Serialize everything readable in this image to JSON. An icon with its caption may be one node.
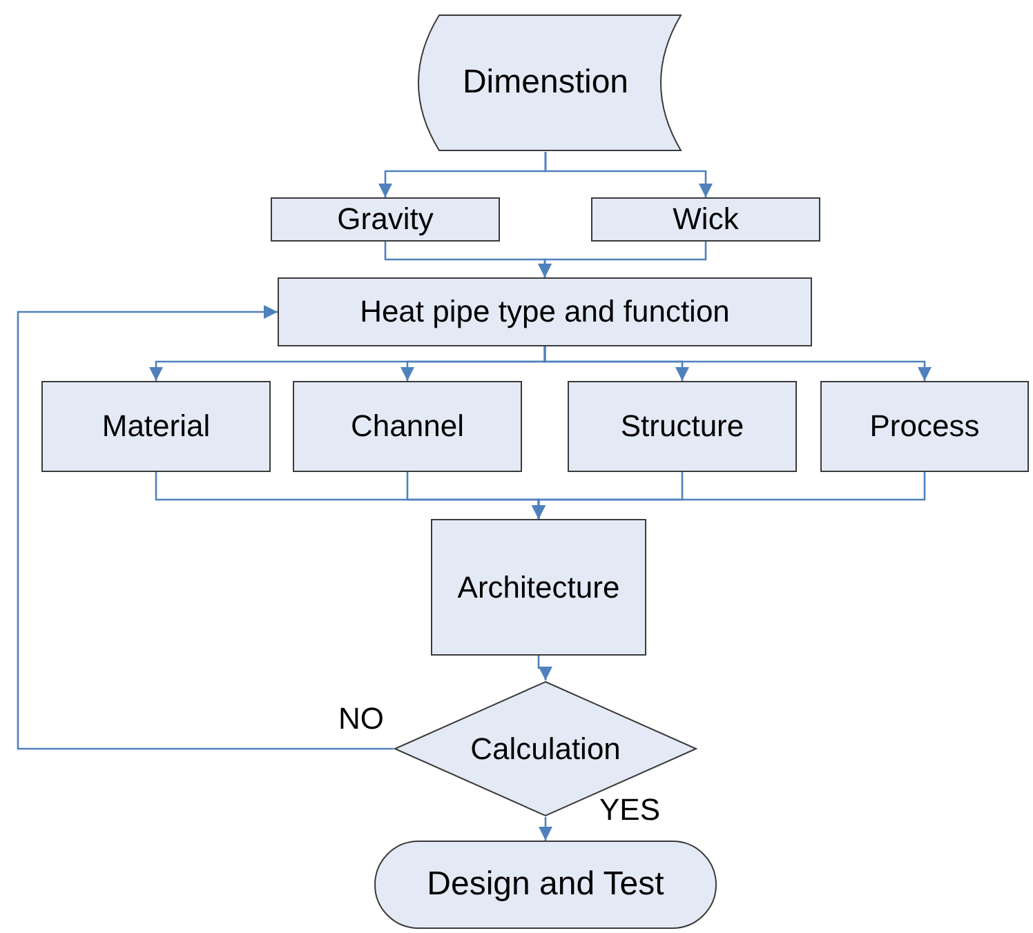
{
  "diagram": {
    "nodes": [
      {
        "text": [
          "Dimenstion"
        ]
      },
      {
        "text": [
          "Gravity"
        ]
      },
      {
        "text": [
          "Wick"
        ]
      },
      {
        "text": [
          "Heat pipe type and function"
        ]
      },
      {
        "text": [
          "Material"
        ]
      },
      {
        "text": [
          "Channel"
        ]
      },
      {
        "text": [
          "Structure"
        ]
      },
      {
        "text": [
          "Process"
        ]
      },
      {
        "text": [
          "Architecture"
        ]
      },
      {
        "text": [
          "Calculation"
        ]
      },
      {
        "text": [
          "Design and Test"
        ]
      }
    ],
    "edges": [
      {
        "from": 0,
        "to": 1,
        "arrow": "to"
      },
      {
        "from": 0,
        "to": 2,
        "arrow": "to"
      },
      {
        "from": 1,
        "to": 3,
        "arrow": "to"
      },
      {
        "from": 2,
        "to": 3,
        "arrow": "to"
      },
      {
        "from": 3,
        "to": 4,
        "arrow": "to"
      },
      {
        "from": 3,
        "to": 5,
        "arrow": "to"
      },
      {
        "from": 3,
        "to": 6,
        "arrow": "to"
      },
      {
        "from": 3,
        "to": 7,
        "arrow": "to"
      },
      {
        "from": 4,
        "to": 8,
        "arrow": "to"
      },
      {
        "from": 5,
        "to": 8,
        "arrow": "to"
      },
      {
        "from": 6,
        "to": 8,
        "arrow": "to"
      },
      {
        "from": 7,
        "to": 8,
        "arrow": "to"
      },
      {
        "from": 8,
        "to": 9,
        "arrow": "to"
      },
      {
        "from": 9,
        "to": 10,
        "arrow": "to",
        "label": "YES"
      },
      {
        "from": 9,
        "to": 3,
        "arrow": "to",
        "label": "NO"
      }
    ]
  }
}
